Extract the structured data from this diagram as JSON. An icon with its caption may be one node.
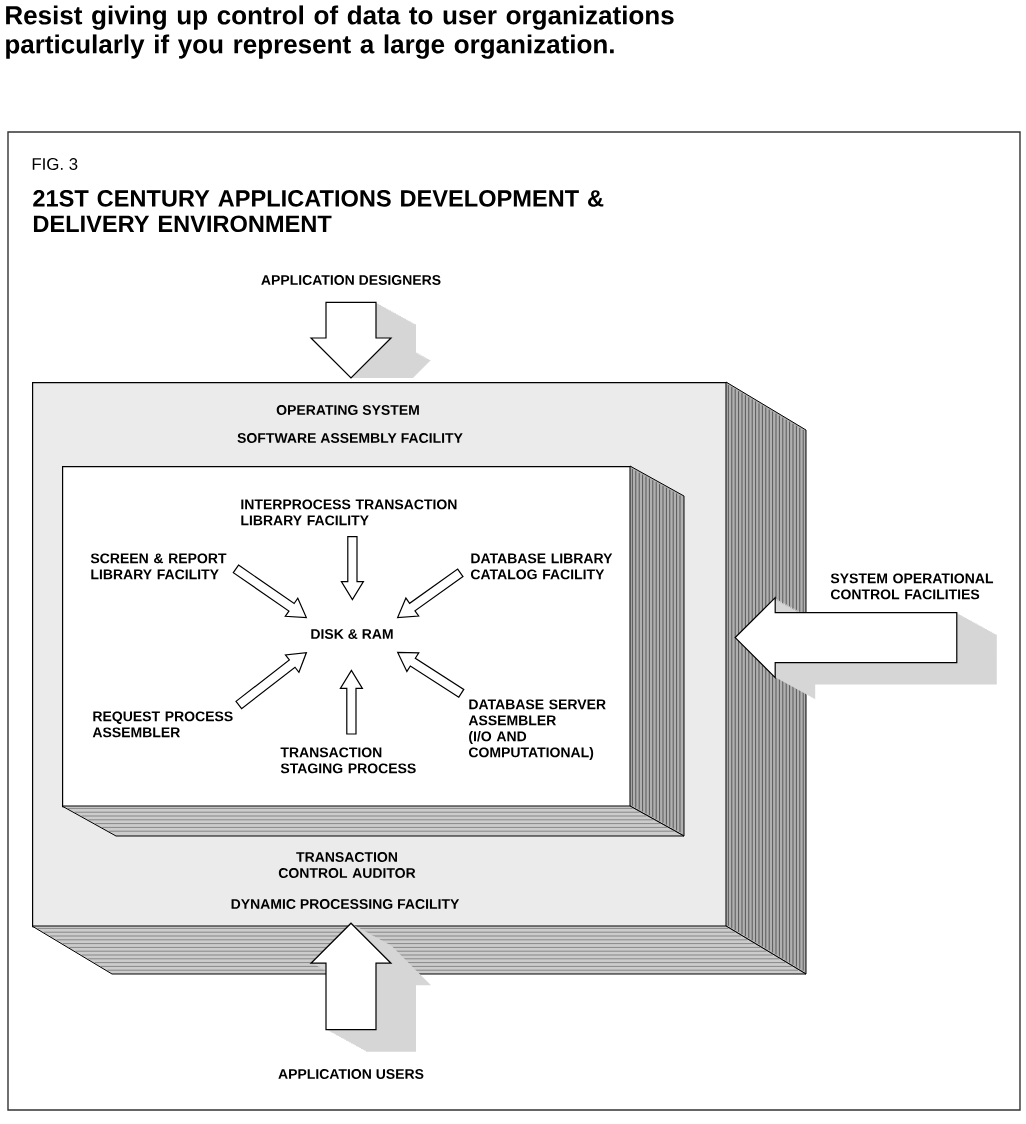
{
  "diagram": {
    "title": "21ST CENTURY APPLICATIONS DEVELOPMENT & DELIVERY ENVIRONMENT",
    "nodes": [
      {
        "text": [
          "APPLICATION DESIGNERS"
        ]
      },
      {
        "text": [
          "OPERATING SYSTEM",
          "SOFTWARE ASSEMBLY FACILITY",
          "TRANSACTION CONTROL AUDITOR",
          "DYNAMIC PROCESSING FACILITY"
        ]
      },
      {
        "text": [],
        "shape": "box",
        "in": 1
      },
      {
        "text": [
          "INTERPROCESS TRANSACTION LIBRARY FACILITY"
        ],
        "in": 2
      },
      {
        "text": [
          "SCREEN & REPORT LIBRARY FACILITY"
        ],
        "in": 2
      },
      {
        "text": [
          "DATABASE LIBRARY CATALOG FACILITY"
        ],
        "in": 2
      },
      {
        "text": [
          "DISK & RAM"
        ],
        "in": 2
      },
      {
        "text": [
          "REQUEST PROCESS ASSEMBLER"
        ],
        "in": 2
      },
      {
        "text": [
          "TRANSACTION STAGING PROCESS"
        ],
        "in": 2
      },
      {
        "text": [
          "DATABASE SERVER ASSEMBLER (I/O AND COMPUTATIONAL)"
        ],
        "in": 2
      },
      {
        "text": [
          "SYSTEM OPERATIONAL CONTROL FACILITIES"
        ]
      },
      {
        "text": [
          "APPLICATION USERS"
        ]
      }
    ],
    "edges": [
      {
        "from": 0,
        "to": 1,
        "arrow": "to",
        "style": "thick"
      },
      {
        "from": 10,
        "to": 1,
        "arrow": "to",
        "style": "thick"
      },
      {
        "from": 11,
        "to": 1,
        "arrow": "to",
        "style": "thick"
      },
      {
        "from": 3,
        "to": 6,
        "arrow": "to"
      },
      {
        "from": 4,
        "to": 6,
        "arrow": "to"
      },
      {
        "from": 5,
        "to": 6,
        "arrow": "to"
      },
      {
        "from": 7,
        "to": 6,
        "arrow": "to"
      },
      {
        "from": 8,
        "to": 6,
        "arrow": "to"
      },
      {
        "from": 9,
        "to": 6,
        "arrow": "to"
      }
    ],
    "labels": [
      "Resist giving up control of data to user organizations particularly if you represent a large organization.",
      "FIG. 3"
    ]
  }
}
